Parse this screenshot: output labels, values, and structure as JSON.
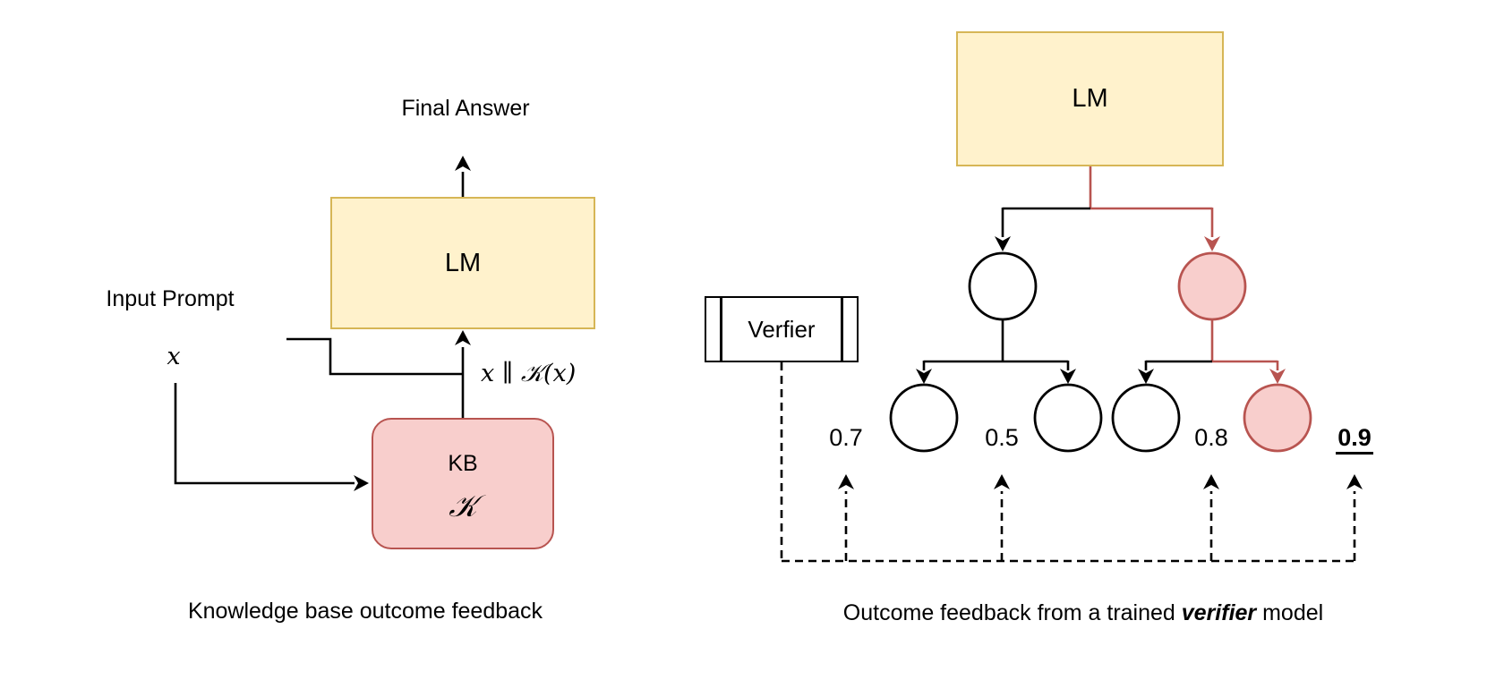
{
  "colors": {
    "yellow_fill": "#FFF2CC",
    "yellow_stroke": "#D6B656",
    "pink_fill": "#F8CECC",
    "pink_stroke": "#B85450",
    "line_black": "#000000",
    "background": "#FFFFFF"
  },
  "left_panel": {
    "final_answer_label": "Final Answer",
    "lm_label": "LM",
    "input_prompt_label": "Input Prompt",
    "x_label": "x",
    "concat_label": "x ∥ 𝒦(x)",
    "kb_label": "KB",
    "kb_symbol": "𝒦",
    "caption": "Knowledge base outcome feedback"
  },
  "right_panel": {
    "lm_label": "LM",
    "verifier_label": "Verfier",
    "scores": [
      "0.7",
      "0.5",
      "0.8",
      "0.9"
    ],
    "scores_emphasized": [
      false,
      false,
      false,
      true
    ],
    "caption_prefix": "Outcome feedback from a trained ",
    "caption_emphasis": "verifier",
    "caption_suffix": " model"
  }
}
